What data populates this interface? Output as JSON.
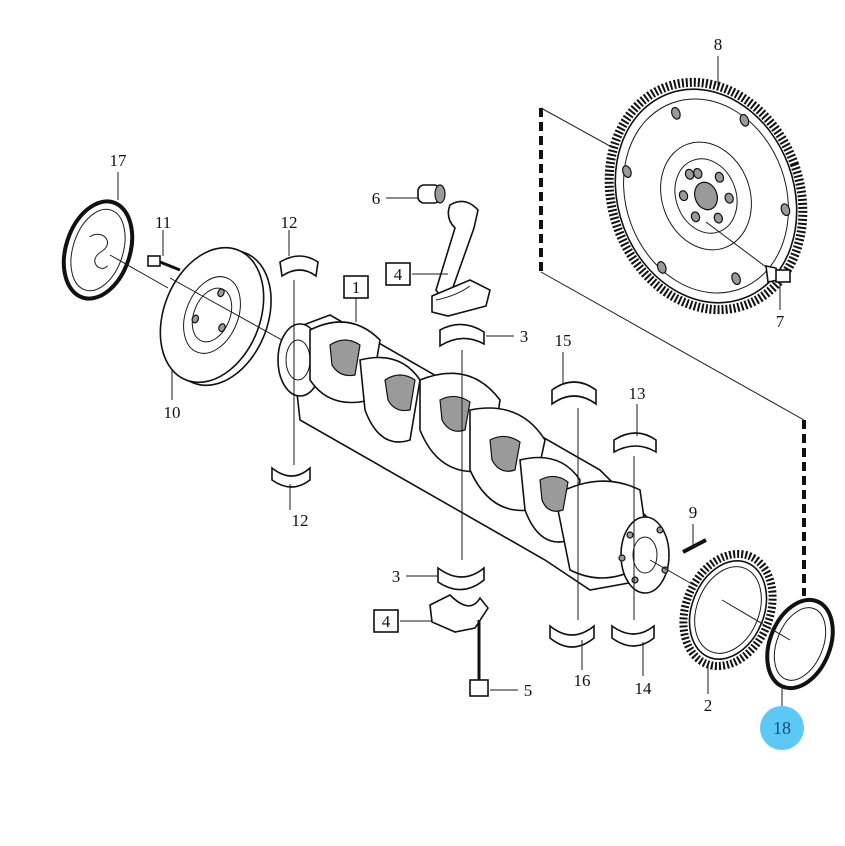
{
  "highlight_color": "#5bc8f5",
  "callouts": [
    {
      "id": "c8",
      "text": "8"
    },
    {
      "id": "c17",
      "text": "17"
    },
    {
      "id": "c11",
      "text": "11"
    },
    {
      "id": "c12a",
      "text": "12"
    },
    {
      "id": "c6",
      "text": "6"
    },
    {
      "id": "c4a",
      "text": "4",
      "boxed": true
    },
    {
      "id": "c1",
      "text": "1",
      "boxed": true
    },
    {
      "id": "c3a",
      "text": "3"
    },
    {
      "id": "c15",
      "text": "15"
    },
    {
      "id": "c13",
      "text": "13"
    },
    {
      "id": "c7",
      "text": "7"
    },
    {
      "id": "c10",
      "text": "10"
    },
    {
      "id": "c12b",
      "text": "12"
    },
    {
      "id": "c9",
      "text": "9"
    },
    {
      "id": "c3b",
      "text": "3"
    },
    {
      "id": "c4b",
      "text": "4",
      "boxed": true
    },
    {
      "id": "c5",
      "text": "5"
    },
    {
      "id": "c16",
      "text": "16"
    },
    {
      "id": "c14",
      "text": "14"
    },
    {
      "id": "c2",
      "text": "2"
    },
    {
      "id": "c18",
      "text": "18",
      "highlighted": true
    }
  ]
}
